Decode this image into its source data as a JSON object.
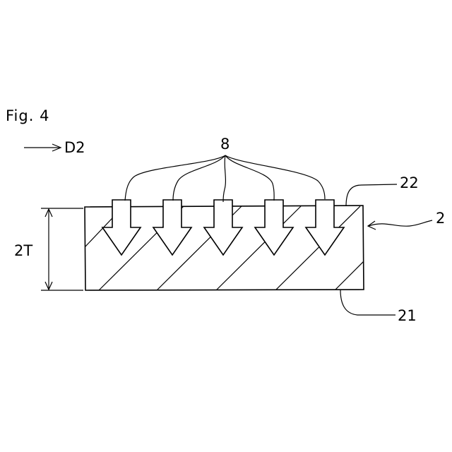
{
  "figure": {
    "title": "Fig. 4",
    "direction_label": "D2",
    "labels": {
      "arrows": "8",
      "top_layer": "22",
      "element": "2",
      "bottom_layer": "21",
      "thickness": "2T"
    },
    "arrow_count": 5,
    "colors": {
      "line": "#000000",
      "background": "#ffffff"
    }
  }
}
